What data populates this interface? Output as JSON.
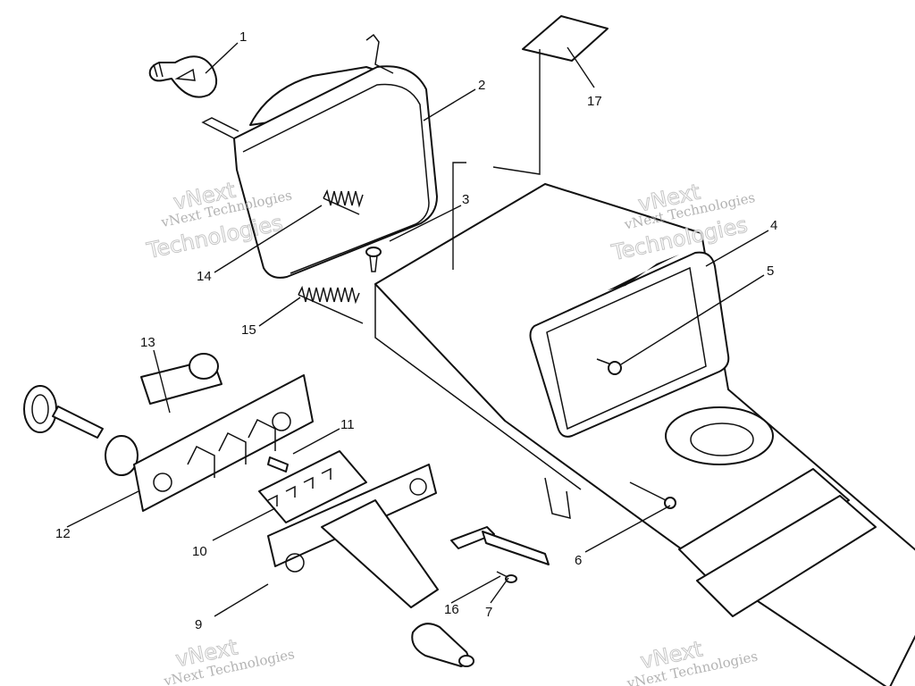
{
  "diagram": {
    "callouts": [
      {
        "id": "1",
        "label": "1"
      },
      {
        "id": "2",
        "label": "2"
      },
      {
        "id": "3",
        "label": "3"
      },
      {
        "id": "4",
        "label": "4"
      },
      {
        "id": "5",
        "label": "5"
      },
      {
        "id": "6",
        "label": "6"
      },
      {
        "id": "7",
        "label": "7"
      },
      {
        "id": "9",
        "label": "9"
      },
      {
        "id": "10",
        "label": "10"
      },
      {
        "id": "11",
        "label": "11"
      },
      {
        "id": "12",
        "label": "12"
      },
      {
        "id": "13",
        "label": "13"
      },
      {
        "id": "14",
        "label": "14"
      },
      {
        "id": "15",
        "label": "15"
      },
      {
        "id": "16",
        "label": "16"
      },
      {
        "id": "17",
        "label": "17"
      }
    ],
    "watermark": {
      "line1": "vNext Technologies",
      "line2": "vNext",
      "line3": "Technologies"
    }
  }
}
